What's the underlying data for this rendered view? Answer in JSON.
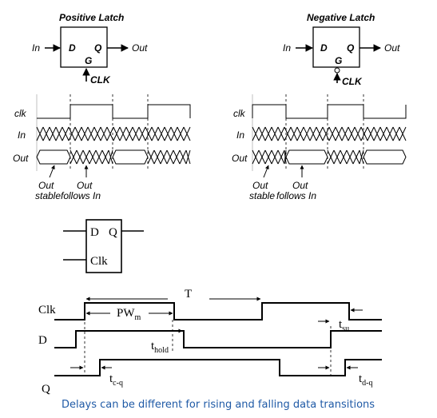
{
  "positive_latch": {
    "title": "Positive Latch",
    "input": "In",
    "d": "D",
    "q": "Q",
    "g": "G",
    "output": "Out",
    "clk": "CLK",
    "timing": {
      "clk_label": "clk",
      "in_label": "In",
      "out_label": "Out",
      "note_stable": [
        "Out",
        "stable"
      ],
      "note_follows": [
        "Out",
        "follows In"
      ]
    }
  },
  "negative_latch": {
    "title": "Negative Latch",
    "input": "In",
    "d": "D",
    "q": "Q",
    "g": "G",
    "output": "Out",
    "clk": "CLK",
    "timing": {
      "clk_label": "clk",
      "in_label": "In",
      "out_label": "Out",
      "note_stable": [
        "Out",
        "stable"
      ],
      "note_follows": [
        "Out",
        "follows In"
      ]
    }
  },
  "latch_symbol": {
    "d": "D",
    "q": "Q",
    "clk": "Clk"
  },
  "timing_diagram": {
    "period": "T",
    "pw": "PW",
    "pw_sub": "m",
    "clk": "Clk",
    "d": "D",
    "q": "Q",
    "t_hold": "t",
    "t_hold_sub": "hold",
    "t_su": "t",
    "t_su_sub": "su",
    "t_cq": "t",
    "t_cq_sub": "c-q",
    "t_dq": "t",
    "t_dq_sub": "d-q"
  },
  "caption": "Delays can be different for rising and falling data transitions"
}
